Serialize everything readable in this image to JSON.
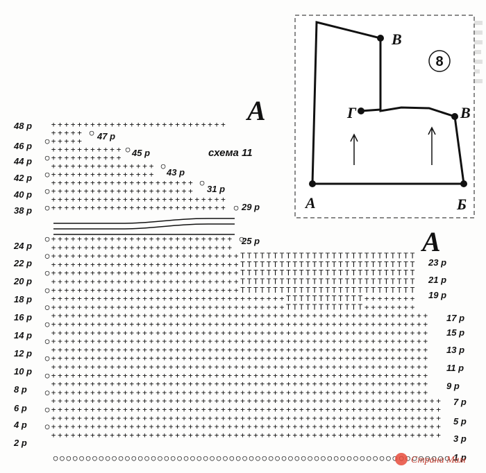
{
  "diagram": {
    "scheme_label": "схема 11",
    "marker_a": "А",
    "marker_a2": "А",
    "left_row_labels": [
      "48 р",
      "46 р",
      "44 р",
      "42 р",
      "40 р",
      "38 р",
      "24 р",
      "22 р",
      "20 р",
      "18 р",
      "16 р",
      "14 р",
      "12 р",
      "10 р",
      "8 р",
      "6 р",
      "4 р",
      "2 р"
    ],
    "right_row_labels": [
      "47 р",
      "45 р",
      "43 р",
      "31 р",
      "29 р",
      "25 р",
      "23 р",
      "21 р",
      "19 р",
      "17 р",
      "15 р",
      "13 р",
      "11 р",
      "9 р",
      "7 р",
      "5 р",
      "3 р",
      "1 р"
    ]
  },
  "pattern": {
    "number": "8",
    "points": [
      "В",
      "Г",
      "В",
      "А",
      "Б"
    ]
  },
  "watermark": {
    "text": "Страна Мам"
  },
  "colors": {
    "ink": "#111111",
    "dashed_border": "#8a8a8a",
    "watermark": "#c0392b"
  },
  "icons": [
    "single-crochet-symbol",
    "half-double-crochet-symbol",
    "chain-stitch-symbol",
    "arrow-up-icon"
  ]
}
